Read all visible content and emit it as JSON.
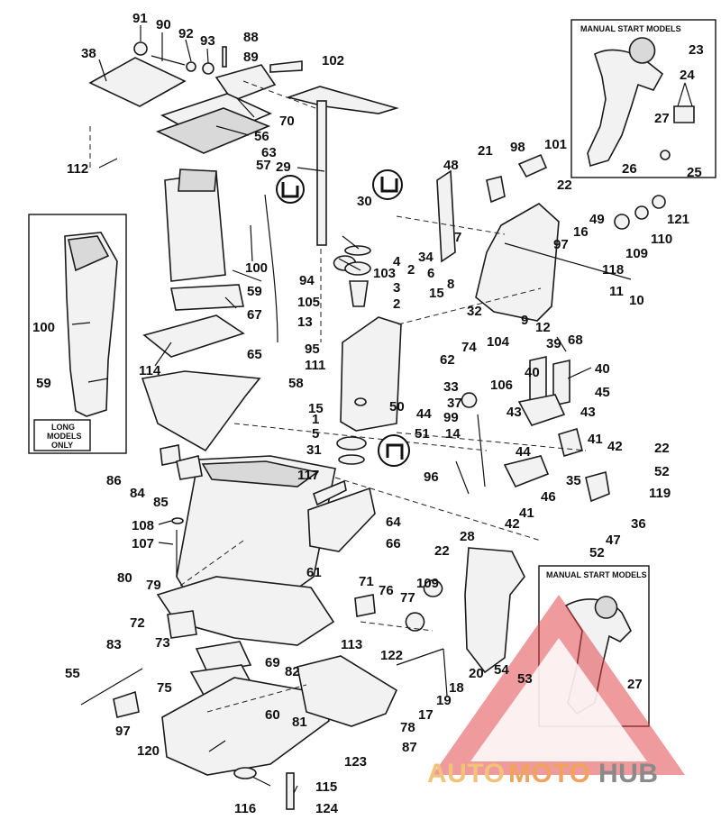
{
  "diagram": {
    "callouts": [
      {
        "id": "c91",
        "text": "91"
      },
      {
        "id": "c90",
        "text": "90"
      },
      {
        "id": "c92",
        "text": "92"
      },
      {
        "id": "c93",
        "text": "93"
      },
      {
        "id": "c88",
        "text": "88"
      },
      {
        "id": "c89",
        "text": "89"
      },
      {
        "id": "c102",
        "text": "102"
      },
      {
        "id": "c38",
        "text": "38"
      },
      {
        "id": "c70",
        "text": "70"
      },
      {
        "id": "c56",
        "text": "56"
      },
      {
        "id": "c63",
        "text": "63"
      },
      {
        "id": "c57",
        "text": "57"
      },
      {
        "id": "c29",
        "text": "29"
      },
      {
        "id": "c112",
        "text": "112"
      },
      {
        "id": "c48",
        "text": "48"
      },
      {
        "id": "c21",
        "text": "21"
      },
      {
        "id": "c98",
        "text": "98"
      },
      {
        "id": "c101",
        "text": "101"
      },
      {
        "id": "c22a",
        "text": "22"
      },
      {
        "id": "c30",
        "text": "30"
      },
      {
        "id": "c4",
        "text": "4"
      },
      {
        "id": "c103",
        "text": "103"
      },
      {
        "id": "c3",
        "text": "3"
      },
      {
        "id": "c2a",
        "text": "2"
      },
      {
        "id": "c34",
        "text": "34"
      },
      {
        "id": "c2b",
        "text": "2"
      },
      {
        "id": "c6",
        "text": "6"
      },
      {
        "id": "c7",
        "text": "7"
      },
      {
        "id": "c8",
        "text": "8"
      },
      {
        "id": "c15a",
        "text": "15"
      },
      {
        "id": "c49",
        "text": "49"
      },
      {
        "id": "c16",
        "text": "16"
      },
      {
        "id": "c97a",
        "text": "97"
      },
      {
        "id": "c109a",
        "text": "109"
      },
      {
        "id": "c110",
        "text": "110"
      },
      {
        "id": "c121",
        "text": "121"
      },
      {
        "id": "c118",
        "text": "118"
      },
      {
        "id": "c100a",
        "text": "100"
      },
      {
        "id": "c94",
        "text": "94"
      },
      {
        "id": "c59a",
        "text": "59"
      },
      {
        "id": "c67",
        "text": "67"
      },
      {
        "id": "c100b",
        "text": "100"
      },
      {
        "id": "c105",
        "text": "105"
      },
      {
        "id": "c13",
        "text": "13"
      },
      {
        "id": "c95",
        "text": "95"
      },
      {
        "id": "c111",
        "text": "111"
      },
      {
        "id": "c58",
        "text": "58"
      },
      {
        "id": "c65",
        "text": "65"
      },
      {
        "id": "c114",
        "text": "114"
      },
      {
        "id": "c59b",
        "text": "59"
      },
      {
        "id": "c15b",
        "text": "15"
      },
      {
        "id": "c32",
        "text": "32"
      },
      {
        "id": "c74",
        "text": "74"
      },
      {
        "id": "c62",
        "text": "62"
      },
      {
        "id": "c104",
        "text": "104"
      },
      {
        "id": "c9",
        "text": "9"
      },
      {
        "id": "c12",
        "text": "12"
      },
      {
        "id": "c11",
        "text": "11"
      },
      {
        "id": "c10",
        "text": "10"
      },
      {
        "id": "c68",
        "text": "68"
      },
      {
        "id": "c39",
        "text": "39"
      },
      {
        "id": "c40a",
        "text": "40"
      },
      {
        "id": "c40b",
        "text": "40"
      },
      {
        "id": "c45",
        "text": "45"
      },
      {
        "id": "c106",
        "text": "106"
      },
      {
        "id": "c33",
        "text": "33"
      },
      {
        "id": "c37",
        "text": "37"
      },
      {
        "id": "c99",
        "text": "99"
      },
      {
        "id": "c44a",
        "text": "44"
      },
      {
        "id": "c50",
        "text": "50"
      },
      {
        "id": "c1",
        "text": "1"
      },
      {
        "id": "c5",
        "text": "5"
      },
      {
        "id": "c51",
        "text": "51"
      },
      {
        "id": "c31",
        "text": "31"
      },
      {
        "id": "c14",
        "text": "14"
      },
      {
        "id": "c43a",
        "text": "43"
      },
      {
        "id": "c43b",
        "text": "43"
      },
      {
        "id": "c41a",
        "text": "41"
      },
      {
        "id": "c42a",
        "text": "42"
      },
      {
        "id": "c22b",
        "text": "22"
      },
      {
        "id": "c52a",
        "text": "52"
      },
      {
        "id": "c119",
        "text": "119"
      },
      {
        "id": "c44b",
        "text": "44"
      },
      {
        "id": "c35",
        "text": "35"
      },
      {
        "id": "c46",
        "text": "46"
      },
      {
        "id": "c96",
        "text": "96"
      },
      {
        "id": "c41b",
        "text": "41"
      },
      {
        "id": "c42b",
        "text": "42"
      },
      {
        "id": "c36",
        "text": "36"
      },
      {
        "id": "c47",
        "text": "47"
      },
      {
        "id": "c52b",
        "text": "52"
      },
      {
        "id": "c86",
        "text": "86"
      },
      {
        "id": "c84",
        "text": "84"
      },
      {
        "id": "c85",
        "text": "85"
      },
      {
        "id": "c117",
        "text": "117"
      },
      {
        "id": "c64",
        "text": "64"
      },
      {
        "id": "c66",
        "text": "66"
      },
      {
        "id": "c108",
        "text": "108"
      },
      {
        "id": "c107",
        "text": "107"
      },
      {
        "id": "c61",
        "text": "61"
      },
      {
        "id": "c28",
        "text": "28"
      },
      {
        "id": "c22c",
        "text": "22"
      },
      {
        "id": "c80",
        "text": "80"
      },
      {
        "id": "c79",
        "text": "79"
      },
      {
        "id": "c71",
        "text": "71"
      },
      {
        "id": "c76",
        "text": "76"
      },
      {
        "id": "c77",
        "text": "77"
      },
      {
        "id": "c109b",
        "text": "109"
      },
      {
        "id": "c72",
        "text": "72"
      },
      {
        "id": "c113",
        "text": "113"
      },
      {
        "id": "c83",
        "text": "83"
      },
      {
        "id": "c73",
        "text": "73"
      },
      {
        "id": "c122",
        "text": "122"
      },
      {
        "id": "c20",
        "text": "20"
      },
      {
        "id": "c18",
        "text": "18"
      },
      {
        "id": "c54",
        "text": "54"
      },
      {
        "id": "c53",
        "text": "53"
      },
      {
        "id": "c69",
        "text": "69"
      },
      {
        "id": "c82",
        "text": "82"
      },
      {
        "id": "c55",
        "text": "55"
      },
      {
        "id": "c75",
        "text": "75"
      },
      {
        "id": "c19",
        "text": "19"
      },
      {
        "id": "c17",
        "text": "17"
      },
      {
        "id": "c60",
        "text": "60"
      },
      {
        "id": "c81",
        "text": "81"
      },
      {
        "id": "c97b",
        "text": "97"
      },
      {
        "id": "c78",
        "text": "78"
      },
      {
        "id": "c120",
        "text": "120"
      },
      {
        "id": "c123",
        "text": "123"
      },
      {
        "id": "c87",
        "text": "87"
      },
      {
        "id": "c115",
        "text": "115"
      },
      {
        "id": "c116",
        "text": "116"
      },
      {
        "id": "c124",
        "text": "124"
      },
      {
        "id": "c23",
        "text": "23"
      },
      {
        "id": "c24",
        "text": "24"
      },
      {
        "id": "c27a",
        "text": "27"
      },
      {
        "id": "c26",
        "text": "26"
      },
      {
        "id": "c25",
        "text": "25"
      },
      {
        "id": "c27b",
        "text": "27"
      }
    ],
    "inset_labels": {
      "manual_start_top": "MANUAL START MODELS",
      "manual_start_bottom": "MANUAL START MODELS",
      "long_models_line1": "LONG",
      "long_models_line2": "MODELS",
      "long_models_line3": "ONLY"
    }
  },
  "watermark": {
    "part1": "AUTO",
    "part2": "MOTO",
    "part3": "HUB",
    "color_auto": "#f2c27a",
    "color_moto": "#f0a35e",
    "color_hub": "#8a8a8a",
    "color_triangle": "#e2474a"
  }
}
